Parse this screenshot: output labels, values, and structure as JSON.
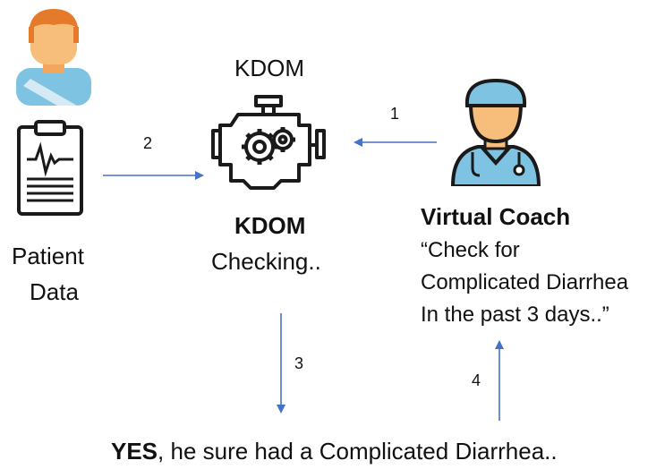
{
  "kdom_top_label": "KDOM",
  "kdom_title": "KDOM",
  "kdom_status": "Checking..",
  "patient_label_line1": "Patient",
  "patient_label_line2": "Data",
  "coach_title": "Virtual Coach",
  "coach_quote_line1": "“Check for",
  "coach_quote_line2": "Complicated Diarrhea",
  "coach_quote_line3": "In the past 3 days..”",
  "arrow_1": "1",
  "arrow_2": "2",
  "arrow_3": "3",
  "arrow_4": "4",
  "answer_bold": "YES",
  "answer_rest": ", he sure had a Complicated Diarrhea..",
  "icons": [
    "patient-avatar-icon",
    "clipboard-icon",
    "engine-gears-icon",
    "doctor-icon"
  ],
  "colors": {
    "arrow": "#4472C4",
    "skin": "#F7BE7B",
    "hair": "#E47A2A",
    "scrubs": "#7EC4E2",
    "outline": "#1a1a1a"
  }
}
